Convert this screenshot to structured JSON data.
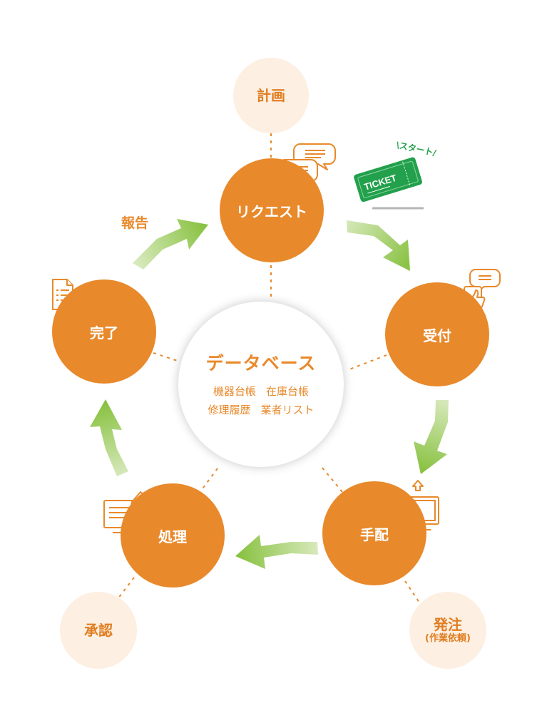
{
  "colors": {
    "accent": "#e8892b",
    "subFill": "#fdefe2",
    "arrowGreen": "#8cc43f",
    "ticketGreen": "#22a04b"
  },
  "center": {
    "title": "データベース",
    "row1": [
      "機器台帳",
      "在庫台帳"
    ],
    "row2": [
      "修理履歴",
      "業者リスト"
    ]
  },
  "nodes": {
    "request": "リクエスト",
    "accept": "受付",
    "arrange": "手配",
    "process": "処理",
    "complete": "完了"
  },
  "satellites": {
    "plan": "計画",
    "order": "発注",
    "order_sub": "(作業依頼)",
    "approve": "承認"
  },
  "labels": {
    "report": "報告"
  },
  "ticket": {
    "text": "TICKET",
    "start": "\\スタート/"
  },
  "icons": [
    "chat-bubbles-icon",
    "ticket-icon",
    "thumbs-up-chat-icon",
    "monitor-upload-icon",
    "monitor-edit-icon",
    "checklist-document-icon"
  ]
}
